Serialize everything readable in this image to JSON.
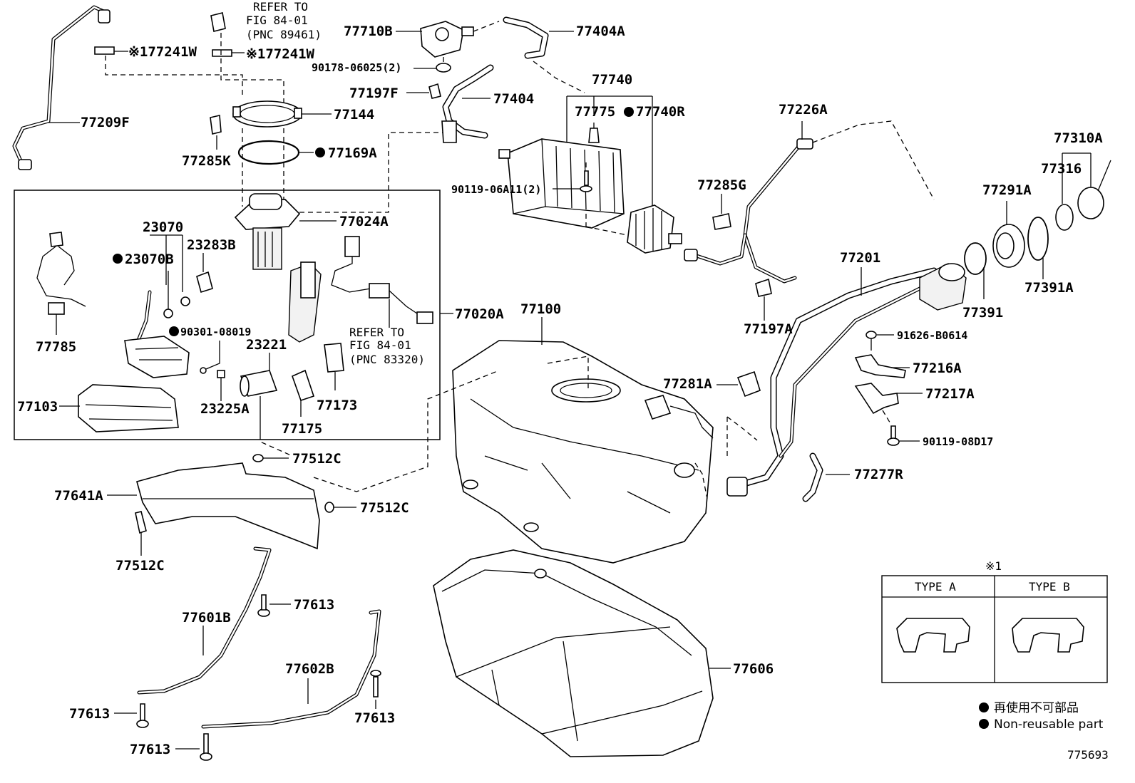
{
  "diagram_id": "775693",
  "labels": {
    "p77209F": "77209F",
    "p77241W_a": "※177241W",
    "p77241W_b": "※177241W",
    "refer1_line1": "REFER TO",
    "refer1_line2": "FIG 84-01",
    "refer1_line3": "(PNC 89461)",
    "p77144": "77144",
    "p77285K": "77285K",
    "p77169A": "77169A",
    "p77710B": "77710B",
    "p77404A": "77404A",
    "p90178": "90178-06025(2)",
    "p77197F": "77197F",
    "p77404": "77404",
    "p77740": "77740",
    "p77775": "77775",
    "p77740R": "77740R",
    "p77226A": "77226A",
    "p77310A": "77310A",
    "p77316": "77316",
    "p77291A": "77291A",
    "p77285G": "77285G",
    "p90119_06A11": "90119-06A11(2)",
    "p77201": "77201",
    "p77391A": "77391A",
    "p77391": "77391",
    "p77197A": "77197A",
    "p91626": "91626-B0614",
    "p77216A": "77216A",
    "p77281A": "77281A",
    "p77217A": "77217A",
    "p90119_08D17": "90119-08D17",
    "p77277R": "77277R",
    "p23070": "23070",
    "p23070B": "23070B",
    "p23283B": "23283B",
    "p77024A": "77024A",
    "p77785": "77785",
    "p90301": "90301-08019",
    "p23221": "23221",
    "refer2_line1": "REFER TO",
    "refer2_line2": "FIG 84-01",
    "refer2_line3": "(PNC 83320)",
    "p77020A": "77020A",
    "p77100": "77100",
    "p77103": "77103",
    "p23225A": "23225A",
    "p77175": "77175",
    "p77173": "77173",
    "p77512C_a": "77512C",
    "p77512C_b": "77512C",
    "p77512C_c": "77512C",
    "p77641A": "77641A",
    "p77613_a": "77613",
    "p77601B": "77601B",
    "p77602B": "77602B",
    "p77606": "77606",
    "p77613_b": "77613",
    "p77613_c": "77613",
    "p77613_d": "77613"
  },
  "type_table": {
    "note_mark": "※1",
    "type_a": "TYPE A",
    "type_b": "TYPE B"
  },
  "legend": {
    "line1": "再使用不可部品",
    "line2": "Non-reusable part"
  }
}
